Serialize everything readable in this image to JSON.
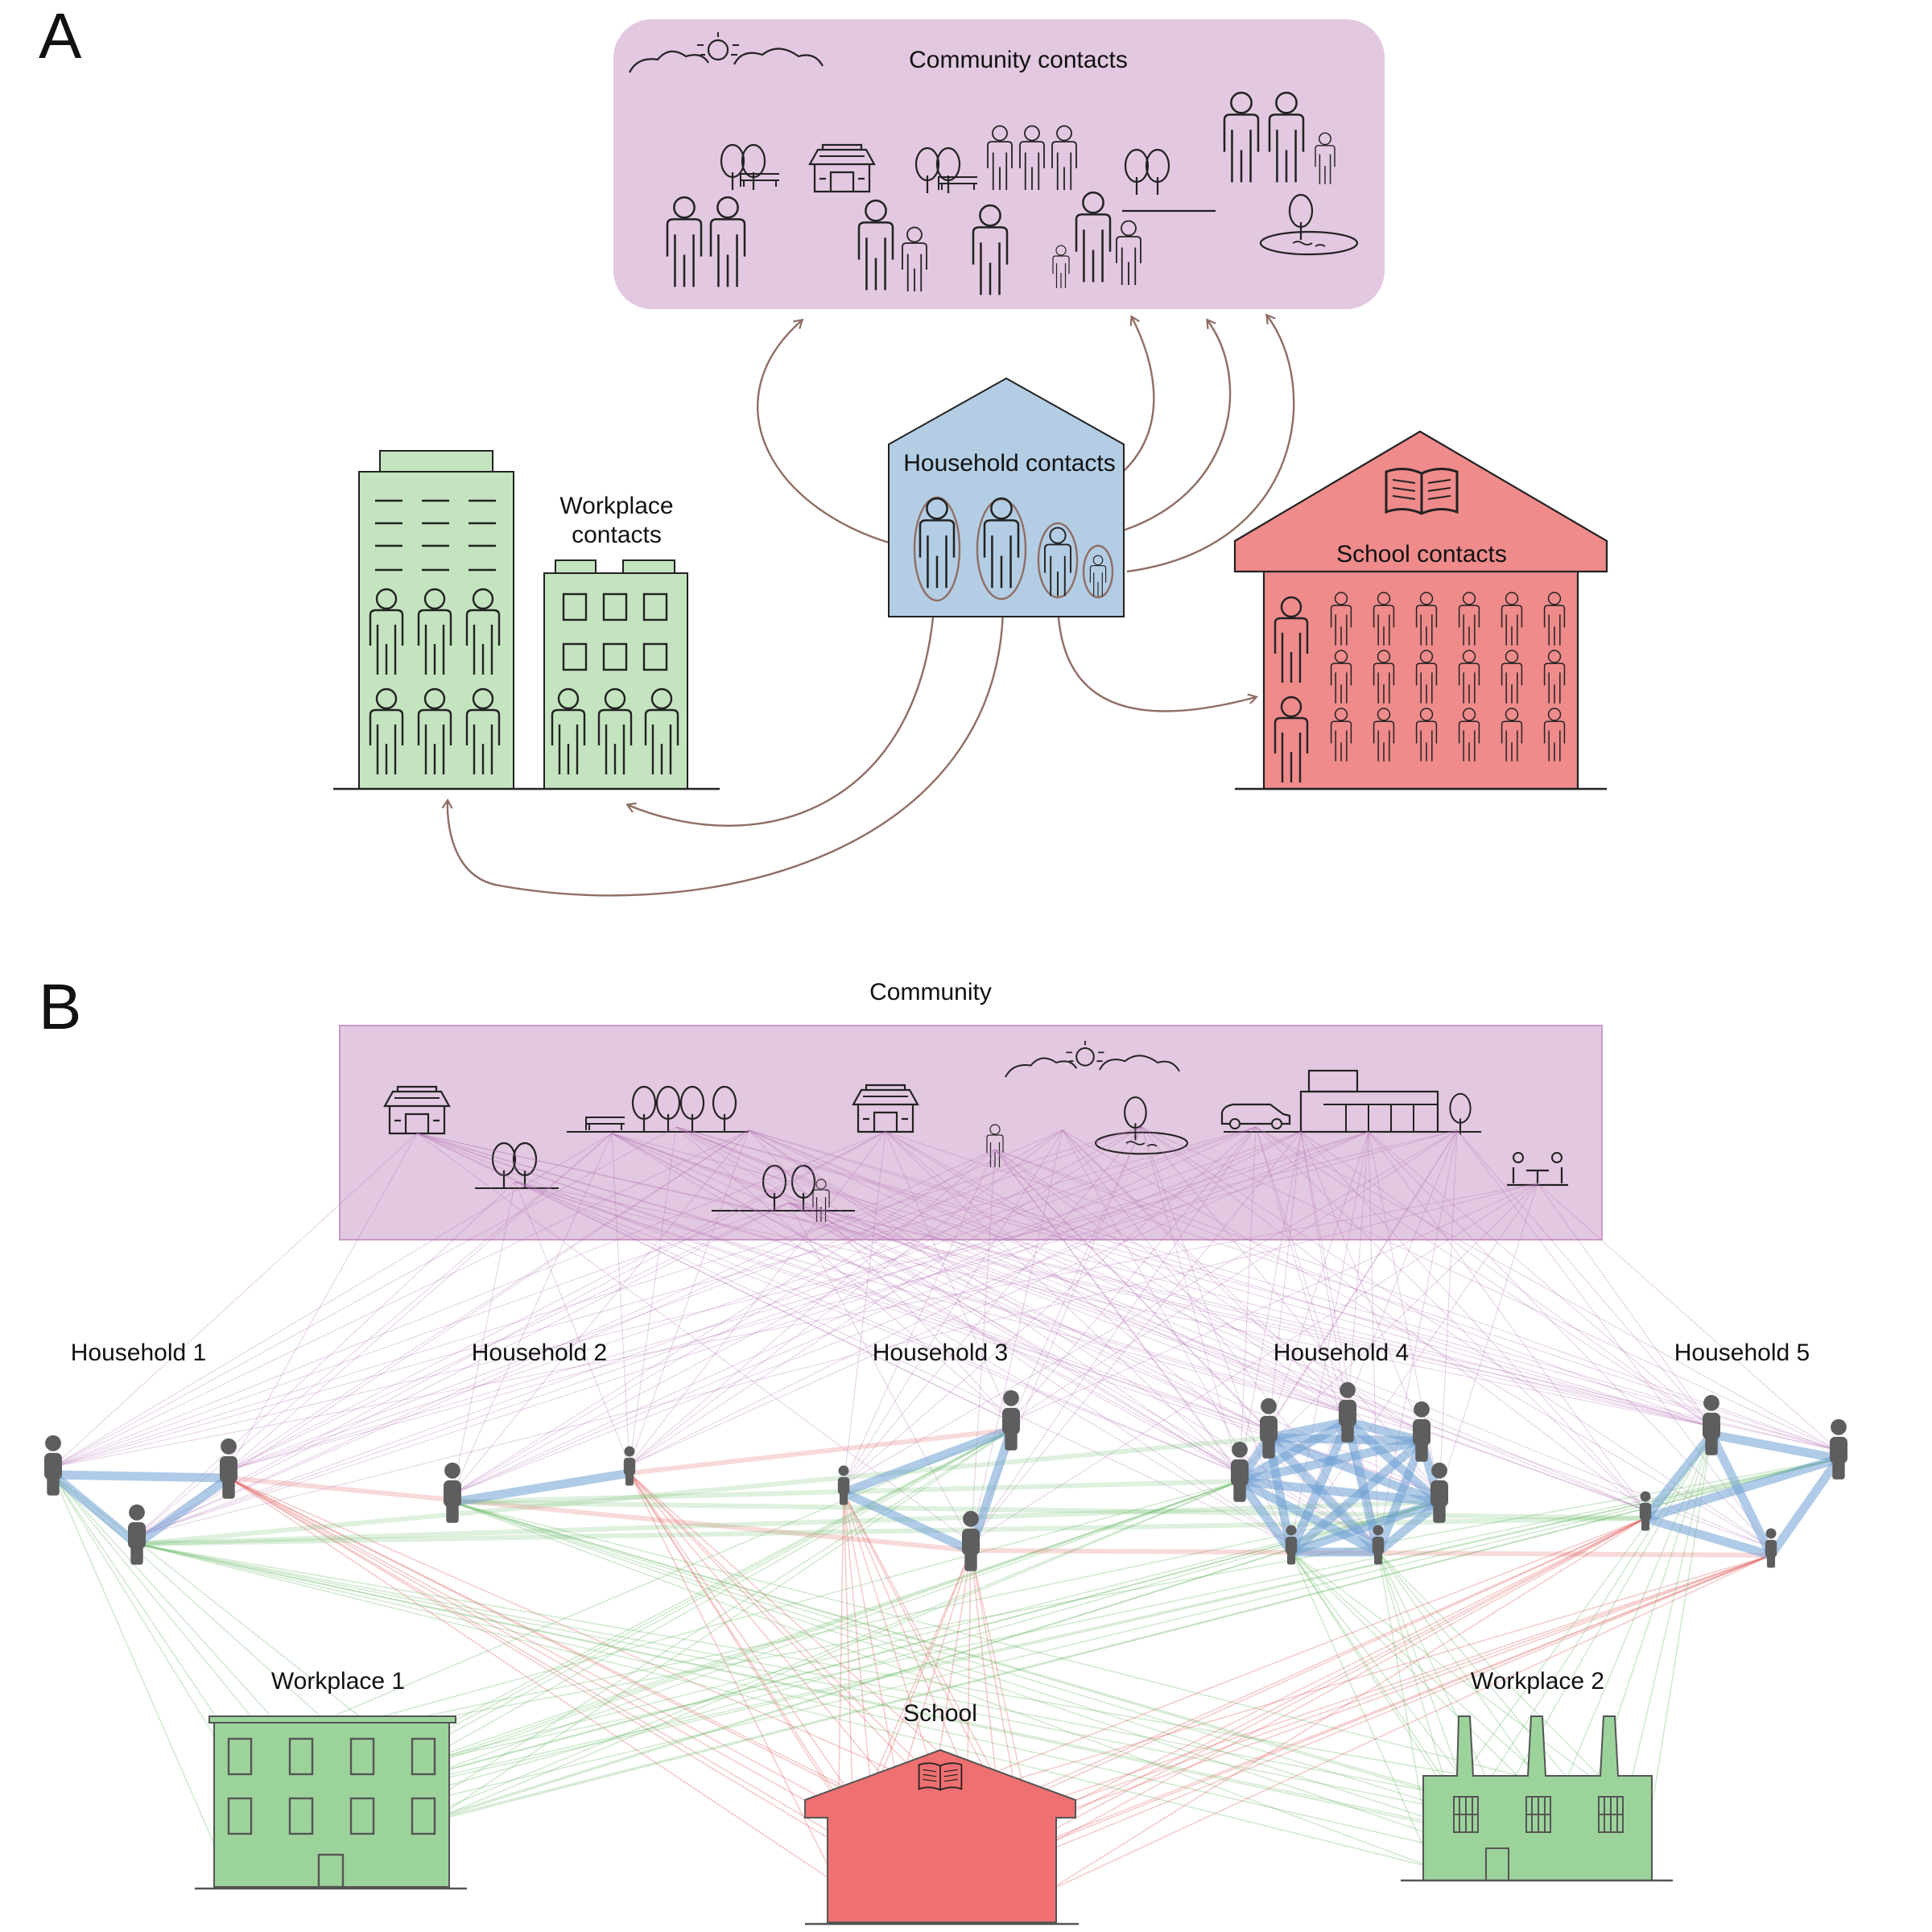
{
  "panel_a": {
    "letter": "A",
    "community_label": "Community contacts",
    "household_label": "Household contacts",
    "workplace_label_line1": "Workplace",
    "workplace_label_line2": "contacts",
    "school_label": "School contacts"
  },
  "panel_b": {
    "letter": "B",
    "community_label": "Community",
    "households": [
      "Household 1",
      "Household 2",
      "Household 3",
      "Household 4",
      "Household 5"
    ],
    "workplace1_label": "Workplace 1",
    "school_label": "School",
    "workplace2_label": "Workplace 2"
  },
  "colors": {
    "community": "#e2c8e0",
    "household": "#b3cde4",
    "workplace": "#c4e4bf",
    "school": "#ef8b8b",
    "arrow": "#8f6e64",
    "household_link": "#6fa1d4",
    "workplace_link": "#69b968",
    "school_link": "#e05555",
    "community_link": "#b474b8"
  },
  "icons": [
    "person-icon",
    "tree-icon",
    "sun-icon",
    "cloud-icon",
    "cafe-icon",
    "bench-icon",
    "book-icon",
    "pond-icon",
    "market-stall-icon",
    "car-icon",
    "factory-icon"
  ]
}
